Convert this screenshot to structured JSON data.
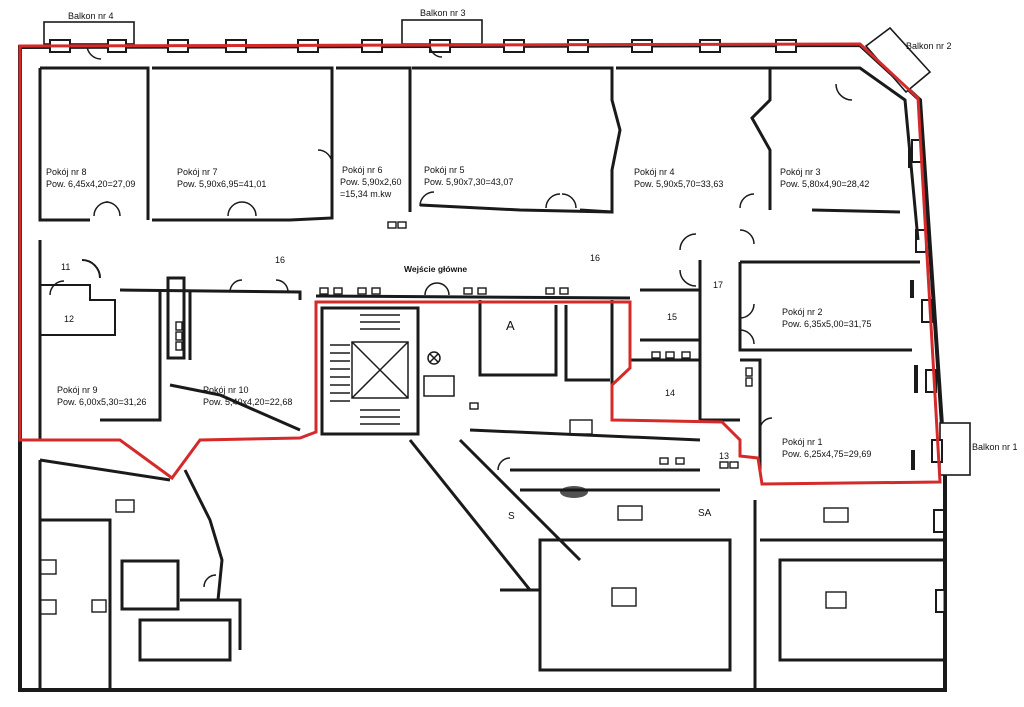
{
  "balconies": {
    "b4": "Balkon nr 4",
    "b3": "Balkon nr 3",
    "b2": "Balkon nr 2",
    "b1": "Balkon nr 1"
  },
  "rooms": {
    "r8": {
      "name": "Pokój nr 8",
      "area": "Pow. 6,45x4,20=27,09"
    },
    "r7": {
      "name": "Pokój nr 7",
      "area": "Pow. 5,90x6,95=41,01"
    },
    "r6": {
      "name": "Pokój nr 6",
      "area": "Pow. 5,90x2,60",
      "area2": "=15,34 m.kw"
    },
    "r5": {
      "name": "Pokój nr 5",
      "area": "Pow. 5,90x7,30=43,07"
    },
    "r4": {
      "name": "Pokój nr 4",
      "area": "Pow. 5,90x5,70=33,63"
    },
    "r3": {
      "name": "Pokój nr 3",
      "area": "Pow. 5,80x4,90=28,42"
    },
    "r2": {
      "name": "Pokój nr 2",
      "area": "Pow. 6,35x5,00=31,75"
    },
    "r1": {
      "name": "Pokój nr 1",
      "area": "Pow. 6,25x4,75=29,69"
    },
    "r9": {
      "name": "Pokój nr 9",
      "area": "Pow. 6,00x5,30=31,26"
    },
    "r10": {
      "name": "Pokój nr 10",
      "area": "Pow. 5,40x4,20=22,68"
    }
  },
  "numbers": {
    "n11": "11",
    "n12": "12",
    "n13": "13",
    "n14": "14",
    "n15": "15",
    "n16a": "16",
    "n16b": "16",
    "n17": "17"
  },
  "entrance": "Wejście główne",
  "marks": {
    "a": "A",
    "s": "S",
    "sa": "SA"
  },
  "colors": {
    "outline": "#d42a2a",
    "wall": "#1a1a1a",
    "paper": "#ffffff"
  }
}
